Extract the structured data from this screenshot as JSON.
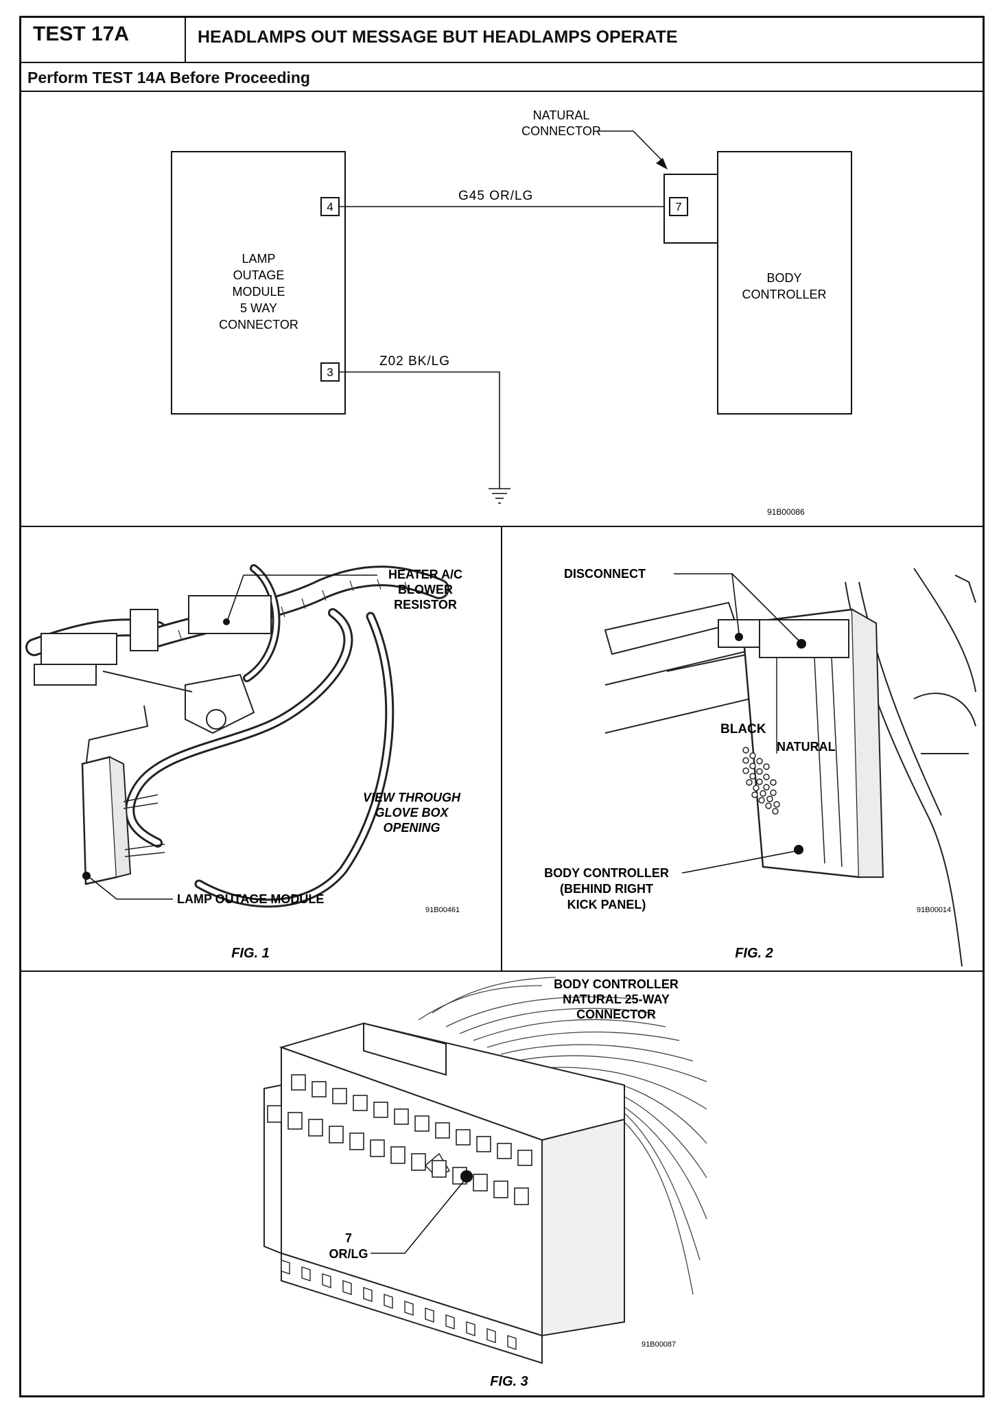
{
  "header": {
    "test_id": "TEST 17A",
    "title": "HEADLAMPS OUT MESSAGE BUT HEADLAMPS OPERATE",
    "subtitle": "Perform TEST 14A Before Proceeding"
  },
  "schematic": {
    "module_label_lines": [
      "LAMP",
      "OUTAGE",
      "MODULE",
      "5 WAY",
      "CONNECTOR"
    ],
    "module_pin_top": "4",
    "module_pin_bottom": "3",
    "wire_top": "G45 OR/LG",
    "wire_bottom": "Z02 BK/LG",
    "natural_connector_lines": [
      "NATURAL",
      "CONNECTOR"
    ],
    "controller_pin": "7",
    "controller_label_lines": [
      "BODY",
      "CONTROLLER"
    ],
    "figure_code": "91B00086"
  },
  "fig1": {
    "heater_label_lines": [
      "HEATER A/C",
      "BLOWER",
      "RESISTOR"
    ],
    "view_label_lines": [
      "VIEW THROUGH",
      "GLOVE BOX",
      "OPENING"
    ],
    "lamp_label": "LAMP OUTAGE MODULE",
    "figure_code": "91B00461",
    "caption": "FIG. 1"
  },
  "fig2": {
    "disconnect_label": "DISCONNECT",
    "black_label": "BLACK",
    "natural_label": "NATURAL",
    "controller_label_lines": [
      "BODY CONTROLLER",
      "(BEHIND RIGHT",
      "KICK PANEL)"
    ],
    "figure_code": "91B00014",
    "caption": "FIG. 2"
  },
  "fig3": {
    "title_lines": [
      "BODY CONTROLLER",
      "NATURAL 25-WAY",
      "CONNECTOR"
    ],
    "pin_label_lines": [
      "7",
      "OR/LG"
    ],
    "figure_code": "91B00087",
    "caption": "FIG. 3"
  }
}
